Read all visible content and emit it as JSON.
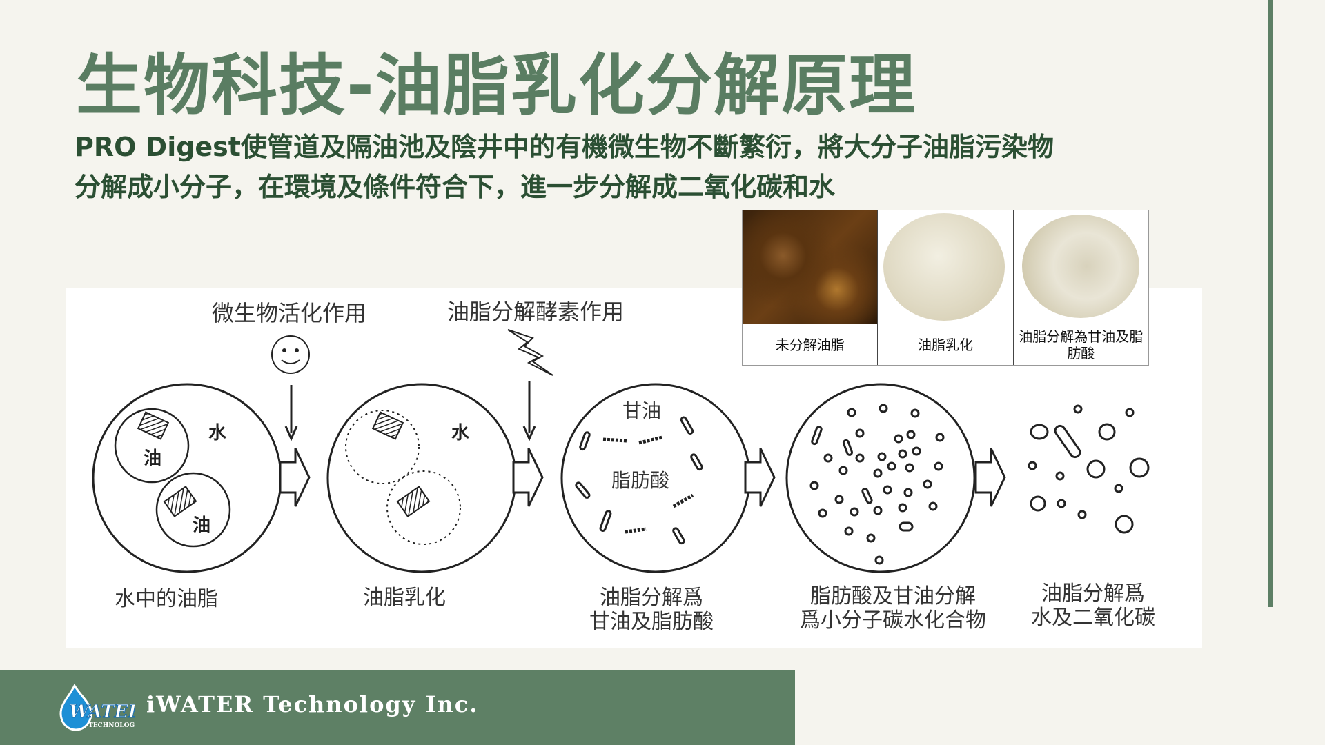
{
  "slide": {
    "title": "生物科技-油脂乳化分解原理",
    "subtitle_line1": "PRO Digest使管道及隔油池及陰井中的有機微生物不斷繁衍，將大分子油脂污染物",
    "subtitle_line2": "分解成小分子，在環境及條件符合下，進一步分解成二氧化碳和水"
  },
  "diagram": {
    "label_microbe": "微生物活化作用",
    "label_enzyme": "油脂分解酵素作用",
    "water": "水",
    "oil": "油",
    "glycerin": "甘油",
    "fatty_acid": "脂肪酸",
    "steps": [
      {
        "line1": "水中的油脂",
        "line2": ""
      },
      {
        "line1": "油脂乳化",
        "line2": ""
      },
      {
        "line1": "油脂分解爲",
        "line2": "甘油及脂肪酸"
      },
      {
        "line1": "脂肪酸及甘油分解",
        "line2": "爲小分子碳水化合物"
      },
      {
        "line1": "油脂分解爲",
        "line2": "水及二氧化碳"
      }
    ]
  },
  "photos": [
    {
      "caption": "未分解油脂",
      "icon": "raw-grease-photo"
    },
    {
      "caption": "油脂乳化",
      "icon": "emulsified-grease-photo"
    },
    {
      "caption": "油脂分解為甘油及脂肪酸",
      "icon": "decomposed-grease-photo"
    }
  ],
  "footer": {
    "company": "iWATER Technology Inc.",
    "logo_text": "WATER",
    "logo_sub": "TECHNOLOGY",
    "background": "#5e8065"
  },
  "colors": {
    "title": "#5a7d62",
    "subtitle": "#2b4f33",
    "background": "#f5f4ee",
    "accent_line": "#5d7f65"
  }
}
